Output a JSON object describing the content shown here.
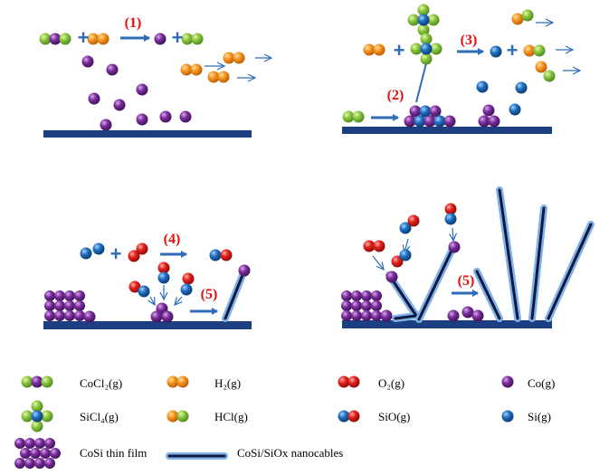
{
  "steps": {
    "s1": "(1)",
    "s2": "(2)",
    "s3": "(3)",
    "s4": "(4)",
    "s5a": "(5)",
    "s5b": "(5)"
  },
  "legend": {
    "cocl2": "CoCl₂(g)",
    "h2": "H₂(g)",
    "o2": "O₂(g)",
    "co": "Co(g)",
    "sicl4": "SiCl₄(g)",
    "hcl": "HCl(g)",
    "sio": "SiO(g)",
    "si": "Si(g)",
    "film": "CoSi thin film",
    "cable": "CoSi/SiOx  nanocables"
  },
  "colors": {
    "cl": "#8cc63f",
    "h": "#f7941d",
    "o": "#e0201b",
    "co": "#7b2d9b",
    "si": "#1f6fc0",
    "substrate": "#1b3f80",
    "arrow": "#2e6cb8",
    "step_label": "#e01010"
  }
}
